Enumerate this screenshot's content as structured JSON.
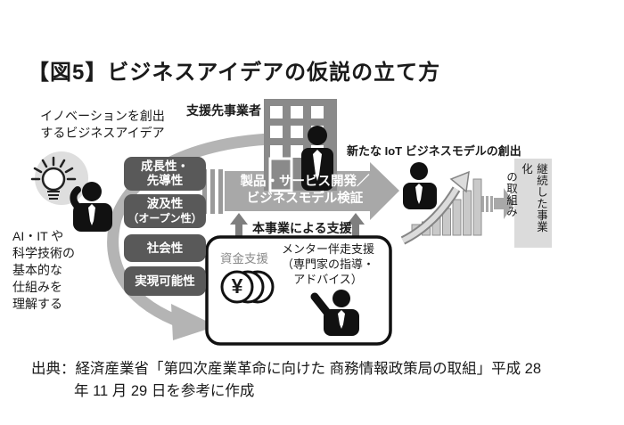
{
  "figure": {
    "title": "【図5】ビジネスアイデアの仮説の立て方",
    "source_lines": [
      "出典：経済産業省「第四次産業革命に向けた 商務情報政策局の取組」平成 28",
      "年 11 月 29 日を参考に作成"
    ]
  },
  "left": {
    "idea_lines": [
      "イノベーションを創出",
      "するビジネスアイデア"
    ],
    "understand_lines": [
      "AI・IT や",
      "科学技術の",
      "基本的な",
      "仕組みを",
      "理解する"
    ]
  },
  "criteria": [
    {
      "lines": [
        "成長性・",
        "先導性"
      ]
    },
    {
      "lines": [
        "波及性",
        "（オープン性）"
      ]
    },
    {
      "lines": [
        "社会性"
      ]
    },
    {
      "lines": [
        "実現可能性"
      ]
    }
  ],
  "center": {
    "company_label": "支援先事業者",
    "process_lines": [
      "製品・サービス開発／",
      "ビジネスモデル検証"
    ],
    "support_heading": "本事業による支援",
    "funding_label": "資金支援",
    "yen_symbol": "¥",
    "mentor_lines": [
      "メンター伴走支援",
      "（専門家の指導・",
      "アドバイス）"
    ]
  },
  "right": {
    "new_model_label": "新たな IoT ビジネスモデルの創出",
    "sustain_columns": [
      "継続した事業化",
      "の取組み"
    ]
  },
  "growth_bars": [
    12,
    15,
    20,
    30,
    40,
    50,
    63
  ],
  "colors": {
    "box_dark": "#595959",
    "arrow_gray": "#a8a8a8",
    "ring_gray": "#b4b4b4",
    "panel_light": "#dbdbdb",
    "funding_gray": "#8a8a8a",
    "text_black": "#1a1a1a"
  }
}
